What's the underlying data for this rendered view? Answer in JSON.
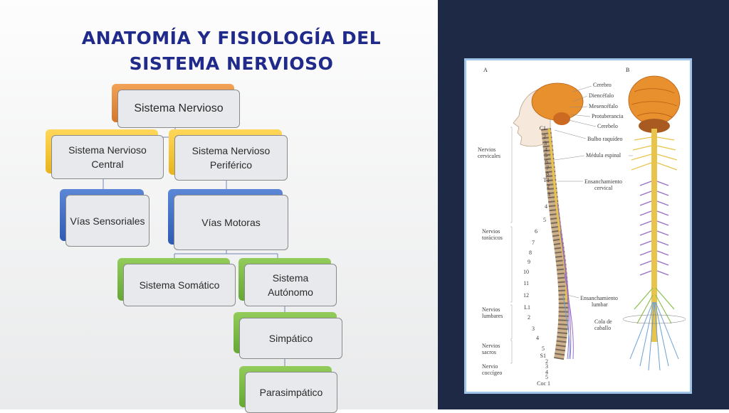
{
  "title": {
    "line1": "ANATOMÍA Y FISIOLOGÍA DEL",
    "line2": "SISTEMA NERVIOSO"
  },
  "diagram": {
    "root": "Sistema Nervioso",
    "central": "Sistema Nervioso Central",
    "periferico": "Sistema Nervioso Periférico",
    "vias_sensoriales": "Vías Sensoriales",
    "vias_motoras": "Vías Motoras",
    "somatico": "Sistema Somático",
    "autonomo": "Sistema Autónomo",
    "simpatico": "Simpático",
    "parasimpatico": "Parasimpático"
  },
  "figure": {
    "panel_a": "A",
    "panel_b": "B",
    "left_labels": {
      "cervicales": [
        "Nervios",
        "cervicales"
      ],
      "toracicos": [
        "Nervios",
        "torácicos"
      ],
      "lumbares": [
        "Nervios",
        "lumbares"
      ],
      "sacros": [
        "Nervios",
        "sacros"
      ],
      "coccigeo": [
        "Nervio",
        "coccígeo"
      ]
    },
    "spine_numbers": [
      "C1",
      "2",
      "3",
      "4",
      "5",
      "6",
      "7",
      "8",
      "T1",
      "2",
      "3",
      "4",
      "5",
      "6",
      "7",
      "8",
      "9",
      "10",
      "11",
      "12",
      "L1",
      "2",
      "3",
      "4",
      "5",
      "S1",
      "2",
      "3",
      "4",
      "5",
      "Coc 1"
    ],
    "right_labels": {
      "cerebro": "Cerebro",
      "diencefalo": "Diencéfalo",
      "mesencefalo": "Mesencéfalo",
      "protuberancia": "Protuberancia",
      "cerebelo": "Cerebelo",
      "bulbo": "Bulbo raquídeo",
      "medula": "Médula espinal",
      "ens_cervical": [
        "Ensanchamiento",
        "cervical"
      ],
      "ens_lumbar": [
        "Ensanchamiento",
        "lumbar"
      ],
      "cola": [
        "Cola de",
        "caballo"
      ]
    }
  },
  "colors": {
    "title": "#1f2a8a",
    "orange": "#e08a3a",
    "yellow": "#f2c12e",
    "blue": "#3c68c2",
    "green": "#7cbb45",
    "right_background": "#1e2a45",
    "frame_border": "#9fc4ea"
  }
}
